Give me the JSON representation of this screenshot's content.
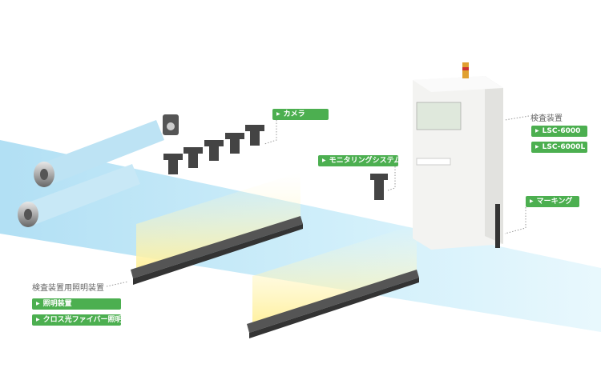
{
  "labels": {
    "camera": "カメラ",
    "monitoring": "モニタリングシステム",
    "inspection_device": "検査装置",
    "lsc6000": "LSC-6000",
    "lsc6000l": "LSC-6000L",
    "marking": "マーキング",
    "lighting_group": "検査装置用照明装置",
    "lighting": "照明装置",
    "cross_fiber": "クロス光ファイバー照明"
  },
  "colors": {
    "tag": "#4caf50",
    "web": "#bfe6f7",
    "light": "#fff3a8"
  },
  "arrow_icon": "▶"
}
